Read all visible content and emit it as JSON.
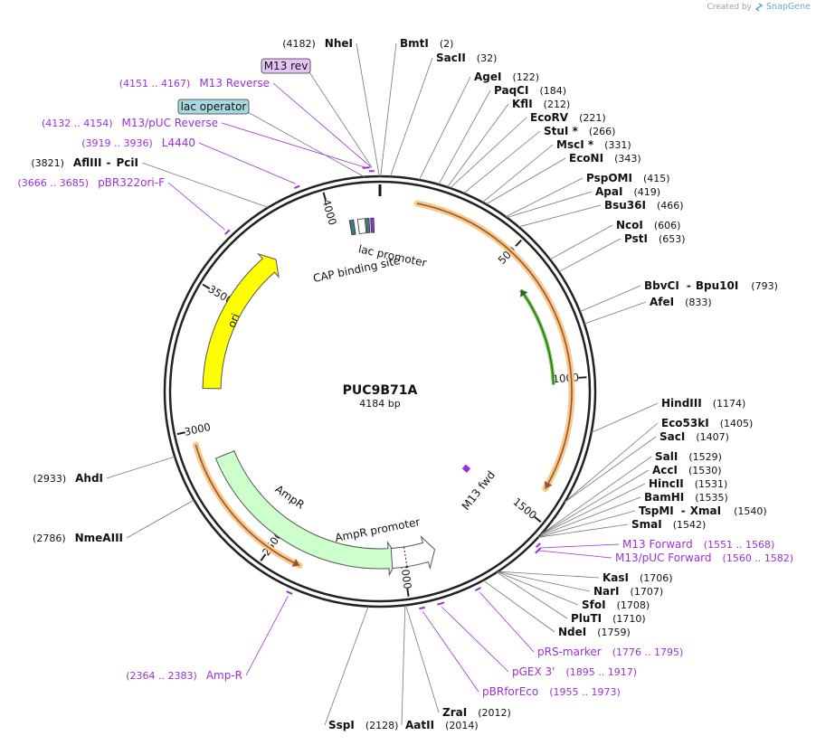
{
  "credit": {
    "prefix": "Created by",
    "brand": "SnapGene"
  },
  "plasmid": {
    "name": "PUC9B71A",
    "length_label": "4184 bp"
  },
  "ticks": [
    "500",
    "1000",
    "1500",
    "2000",
    "2500",
    "3000",
    "3500",
    "4000"
  ],
  "restriction_sites": [
    {
      "name": "NheI",
      "pos": "(4182)"
    },
    {
      "name": "BmtI",
      "pos": "(2)"
    },
    {
      "name": "SacII",
      "pos": "(32)"
    },
    {
      "name": "AgeI",
      "pos": "(122)"
    },
    {
      "name": "PaqCI",
      "pos": "(184)"
    },
    {
      "name": "KflI",
      "pos": "(212)"
    },
    {
      "name": "EcoRV",
      "pos": "(221)"
    },
    {
      "name": "StuI *",
      "pos": "(266)"
    },
    {
      "name": "MscI *",
      "pos": "(331)"
    },
    {
      "name": "EcoNI",
      "pos": "(343)"
    },
    {
      "name": "PspOMI",
      "pos": "(415)"
    },
    {
      "name": "ApaI",
      "pos": "(419)"
    },
    {
      "name": "Bsu36I",
      "pos": "(466)"
    },
    {
      "name": "NcoI",
      "pos": "(606)"
    },
    {
      "name": "PstI",
      "pos": "(653)"
    },
    {
      "name": "BbvCI",
      "name2": "Bpu10I",
      "pos": "(793)"
    },
    {
      "name": "AfeI",
      "pos": "(833)"
    },
    {
      "name": "HindIII",
      "pos": "(1174)"
    },
    {
      "name": "Eco53kI",
      "pos": "(1405)"
    },
    {
      "name": "SacI",
      "pos": "(1407)"
    },
    {
      "name": "SalI",
      "pos": "(1529)"
    },
    {
      "name": "AccI",
      "pos": "(1530)"
    },
    {
      "name": "HincII",
      "pos": "(1531)"
    },
    {
      "name": "BamHI",
      "pos": "(1535)"
    },
    {
      "name": "TspMI",
      "name2": "XmaI",
      "pos": "(1540)"
    },
    {
      "name": "SmaI",
      "pos": "(1542)"
    },
    {
      "name": "KasI",
      "pos": "(1706)"
    },
    {
      "name": "NarI",
      "pos": "(1707)"
    },
    {
      "name": "SfoI",
      "pos": "(1708)"
    },
    {
      "name": "PluTI",
      "pos": "(1710)"
    },
    {
      "name": "NdeI",
      "pos": "(1759)"
    },
    {
      "name": "ZraI",
      "pos": "(2012)"
    },
    {
      "name": "AatII",
      "pos": "(2014)"
    },
    {
      "name": "SspI",
      "pos": "(2128)"
    },
    {
      "name": "NmeAIII",
      "pos": "(2786)"
    },
    {
      "name": "AhdI",
      "pos": "(2933)"
    },
    {
      "name": "AflIII",
      "name2": "PciI",
      "pos": "(3821)"
    }
  ],
  "primers": [
    {
      "name": "M13 rev",
      "range": "",
      "boxed": true
    },
    {
      "name": "M13 Reverse",
      "range": "(4151 .. 4167)"
    },
    {
      "name": "M13/pUC Reverse",
      "range": "(4132 .. 4154)"
    },
    {
      "name": "L4440",
      "range": "(3919 .. 3936)"
    },
    {
      "name": "pBR322ori-F",
      "range": "(3666 .. 3685)"
    },
    {
      "name": "M13 Forward",
      "range": "(1551 .. 1568)"
    },
    {
      "name": "M13/pUC Forward",
      "range": "(1560 .. 1582)"
    },
    {
      "name": "pRS-marker",
      "range": "(1776 .. 1795)"
    },
    {
      "name": "pGEX 3'",
      "range": "(1895 .. 1917)"
    },
    {
      "name": "pBRforEco",
      "range": "(1955 .. 1973)"
    },
    {
      "name": "Amp-R",
      "range": "(2364 .. 2383)"
    }
  ],
  "features": [
    {
      "name": "lac operator",
      "boxed": true
    },
    {
      "name": "lac promoter"
    },
    {
      "name": "CAP binding site"
    },
    {
      "name": "ori",
      "color": "#ffff00"
    },
    {
      "name": "AmpR",
      "color": "#ccffcc"
    },
    {
      "name": "AmpR promoter",
      "color": "#ffffff"
    },
    {
      "name": "M13 fwd",
      "color": "#9b30d9"
    }
  ],
  "colors": {
    "primer": "#9b30d9",
    "orf": "#f6c98a",
    "orf_arrow": "#a0522d",
    "green_orf": "#6cc24a",
    "backbone": "#222222",
    "lac_operator_fill": "#a8d8e0",
    "m13rev_fill": "#e4c4f4"
  }
}
